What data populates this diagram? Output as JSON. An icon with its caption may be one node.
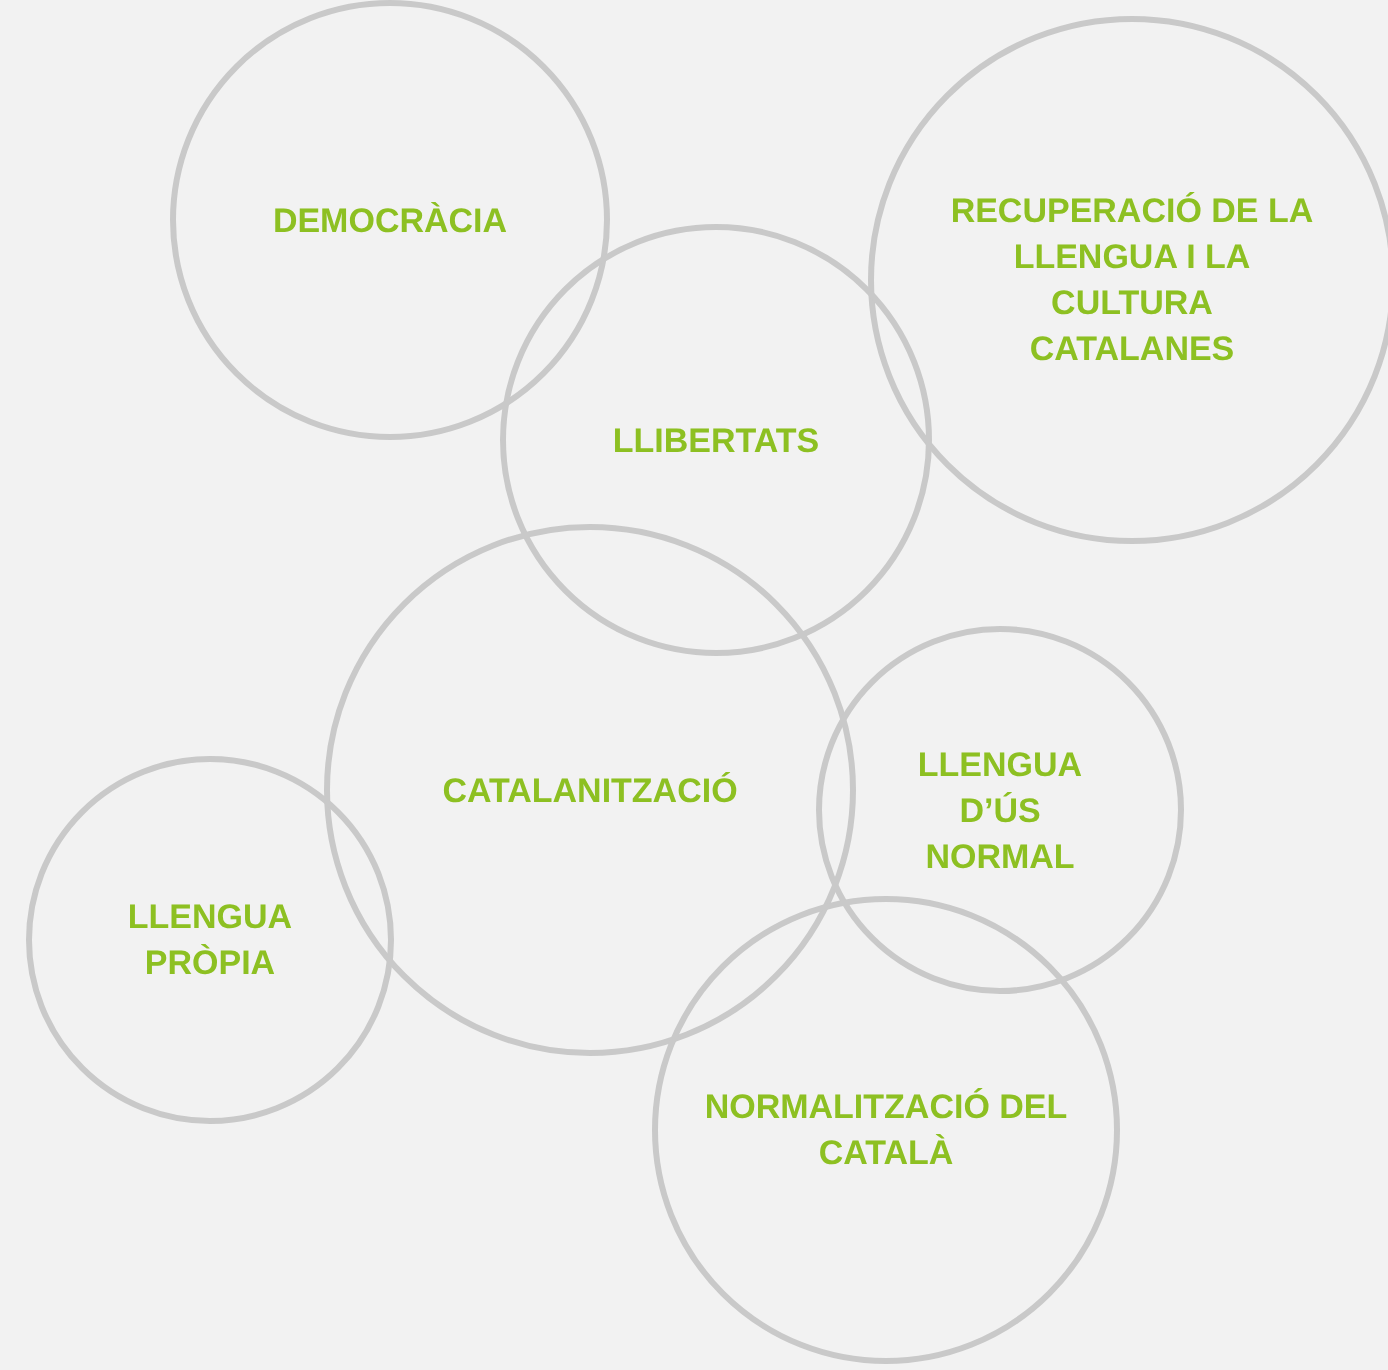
{
  "diagram": {
    "nodes": [
      {
        "text": [
          "DEMOCRÀCIA"
        ]
      },
      {
        "text": [
          "RECUPERACIÓ DE LA LLENGUA I LA CULTURA CATALANES"
        ]
      },
      {
        "text": [
          "LLIBERTATS"
        ]
      },
      {
        "text": [
          "CATALANITZACIÓ"
        ]
      },
      {
        "text": [
          "LLENGUA D’ÚS NORMAL"
        ]
      },
      {
        "text": [
          "LLENGUA PRÒPIA"
        ]
      },
      {
        "text": [
          "NORMALITZACIÓ DEL CATALÀ"
        ]
      }
    ],
    "edges": []
  }
}
